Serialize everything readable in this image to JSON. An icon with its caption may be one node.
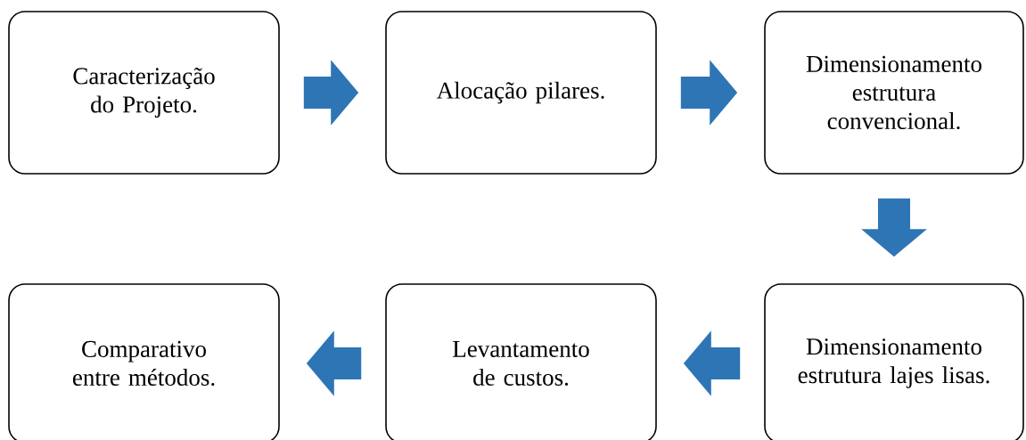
{
  "diagram": {
    "nodes": [
      {
        "text": [
          "Caracterização do Projeto."
        ]
      },
      {
        "text": [
          "Alocação pilares."
        ]
      },
      {
        "text": [
          "Dimensionamento estrutura convencional."
        ]
      },
      {
        "text": [
          "Dimensionamento estrutura lajes lisas."
        ]
      },
      {
        "text": [
          "Levantamento de custos."
        ]
      },
      {
        "text": [
          "Comparativo entre métodos."
        ]
      }
    ],
    "edges": [
      {
        "from": 0,
        "to": 1,
        "arrow": "to"
      },
      {
        "from": 1,
        "to": 2,
        "arrow": "to"
      },
      {
        "from": 2,
        "to": 3,
        "arrow": "to"
      },
      {
        "from": 3,
        "to": 4,
        "arrow": "to"
      },
      {
        "from": 4,
        "to": 5,
        "arrow": "to"
      }
    ]
  }
}
